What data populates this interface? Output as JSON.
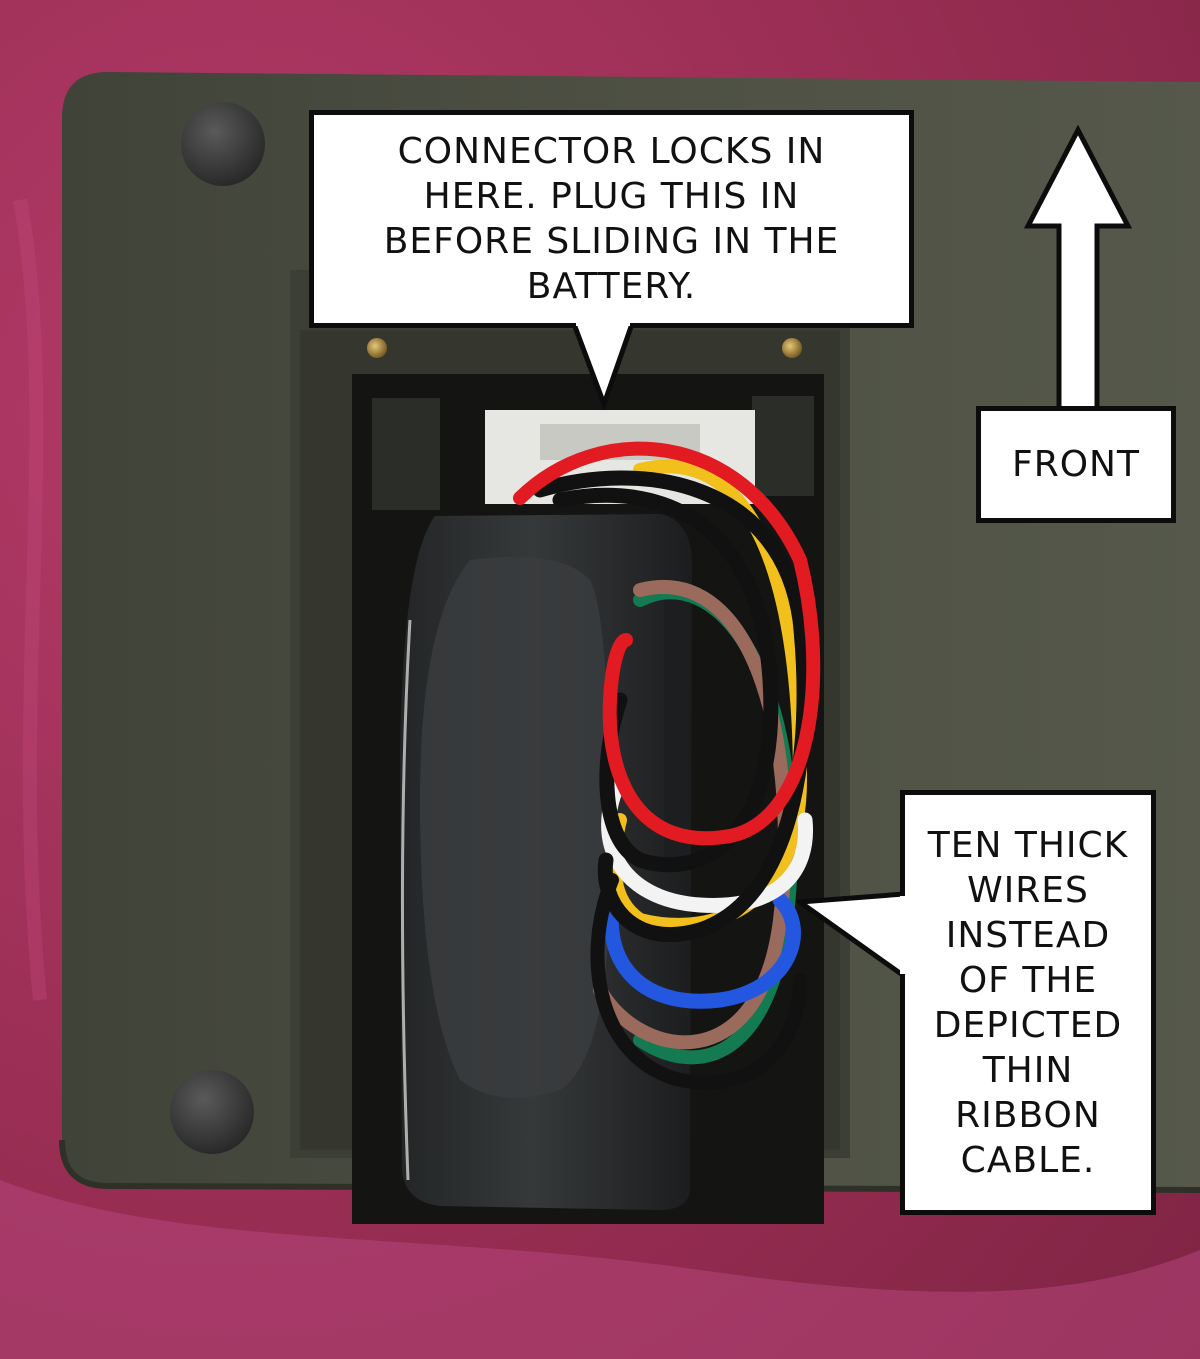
{
  "callouts": {
    "connector": "Connector locks in\nhere. Plug this in\nbefore sliding in the\nbattery.",
    "front": "Front",
    "wires": "Ten thick\nwires\ninstead\nof the\ndepicted\nthin\nribbon\ncable."
  },
  "colors": {
    "background": "#9c3256",
    "case": "#4a4d41",
    "battery": "#2c2e2f",
    "callout_border": "#0c0c0c",
    "callout_fill": "#ffffff"
  },
  "wire_colors": [
    "#e21a22",
    "#111111",
    "#f1c01d",
    "#f3f3f3",
    "#2457e0",
    "#9a6a5c",
    "#137a52"
  ]
}
